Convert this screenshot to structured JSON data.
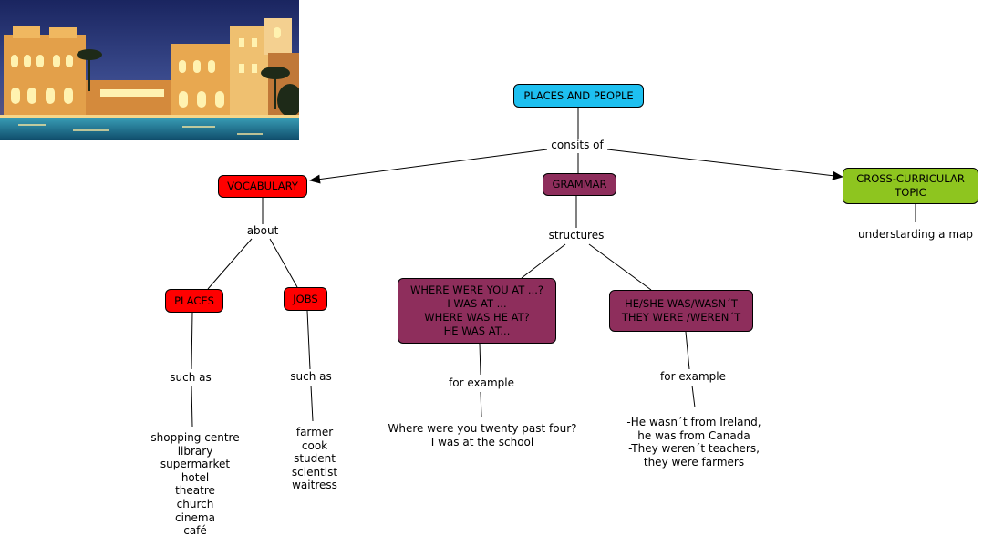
{
  "colors": {
    "root": "#1ec0f0",
    "red": "#ff0000",
    "maroon": "#8e2e5c",
    "green": "#8ec51f"
  },
  "photo": {
    "icon": "hotel-photo"
  },
  "nodes": {
    "root": "PLACES AND PEOPLE",
    "vocabulary": "VOCABULARY",
    "grammar": "GRAMMAR",
    "cross": "CROSS-CURRICULAR\nTOPIC",
    "places": "PLACES",
    "jobs": "JOBS",
    "where": "WHERE WERE YOU AT ...?\nI WAS AT ...\nWHERE WAS HE AT?\nHE WAS AT...",
    "was": "HE/SHE WAS/WASN´T\nTHEY WERE /WEREN´T"
  },
  "links": {
    "consists": "consits of",
    "about": "about",
    "structures": "structures",
    "such_as_1": "such as",
    "such_as_2": "such as",
    "for_example_1": "for example",
    "for_example_2": "for example"
  },
  "texts": {
    "map": "understarding a map",
    "places_list": "shopping centre\nlibrary\nsupermarket\nhotel\ntheatre\nchurch\ncinema\ncafé",
    "jobs_list": "farmer\ncook\nstudent\nscientist\nwaitress",
    "example1": "Where were you twenty past four?\nI was at the school",
    "example2": "-He wasn´t from Ireland,\nhe was from Canada\n-They weren´t teachers,\nthey were farmers"
  }
}
